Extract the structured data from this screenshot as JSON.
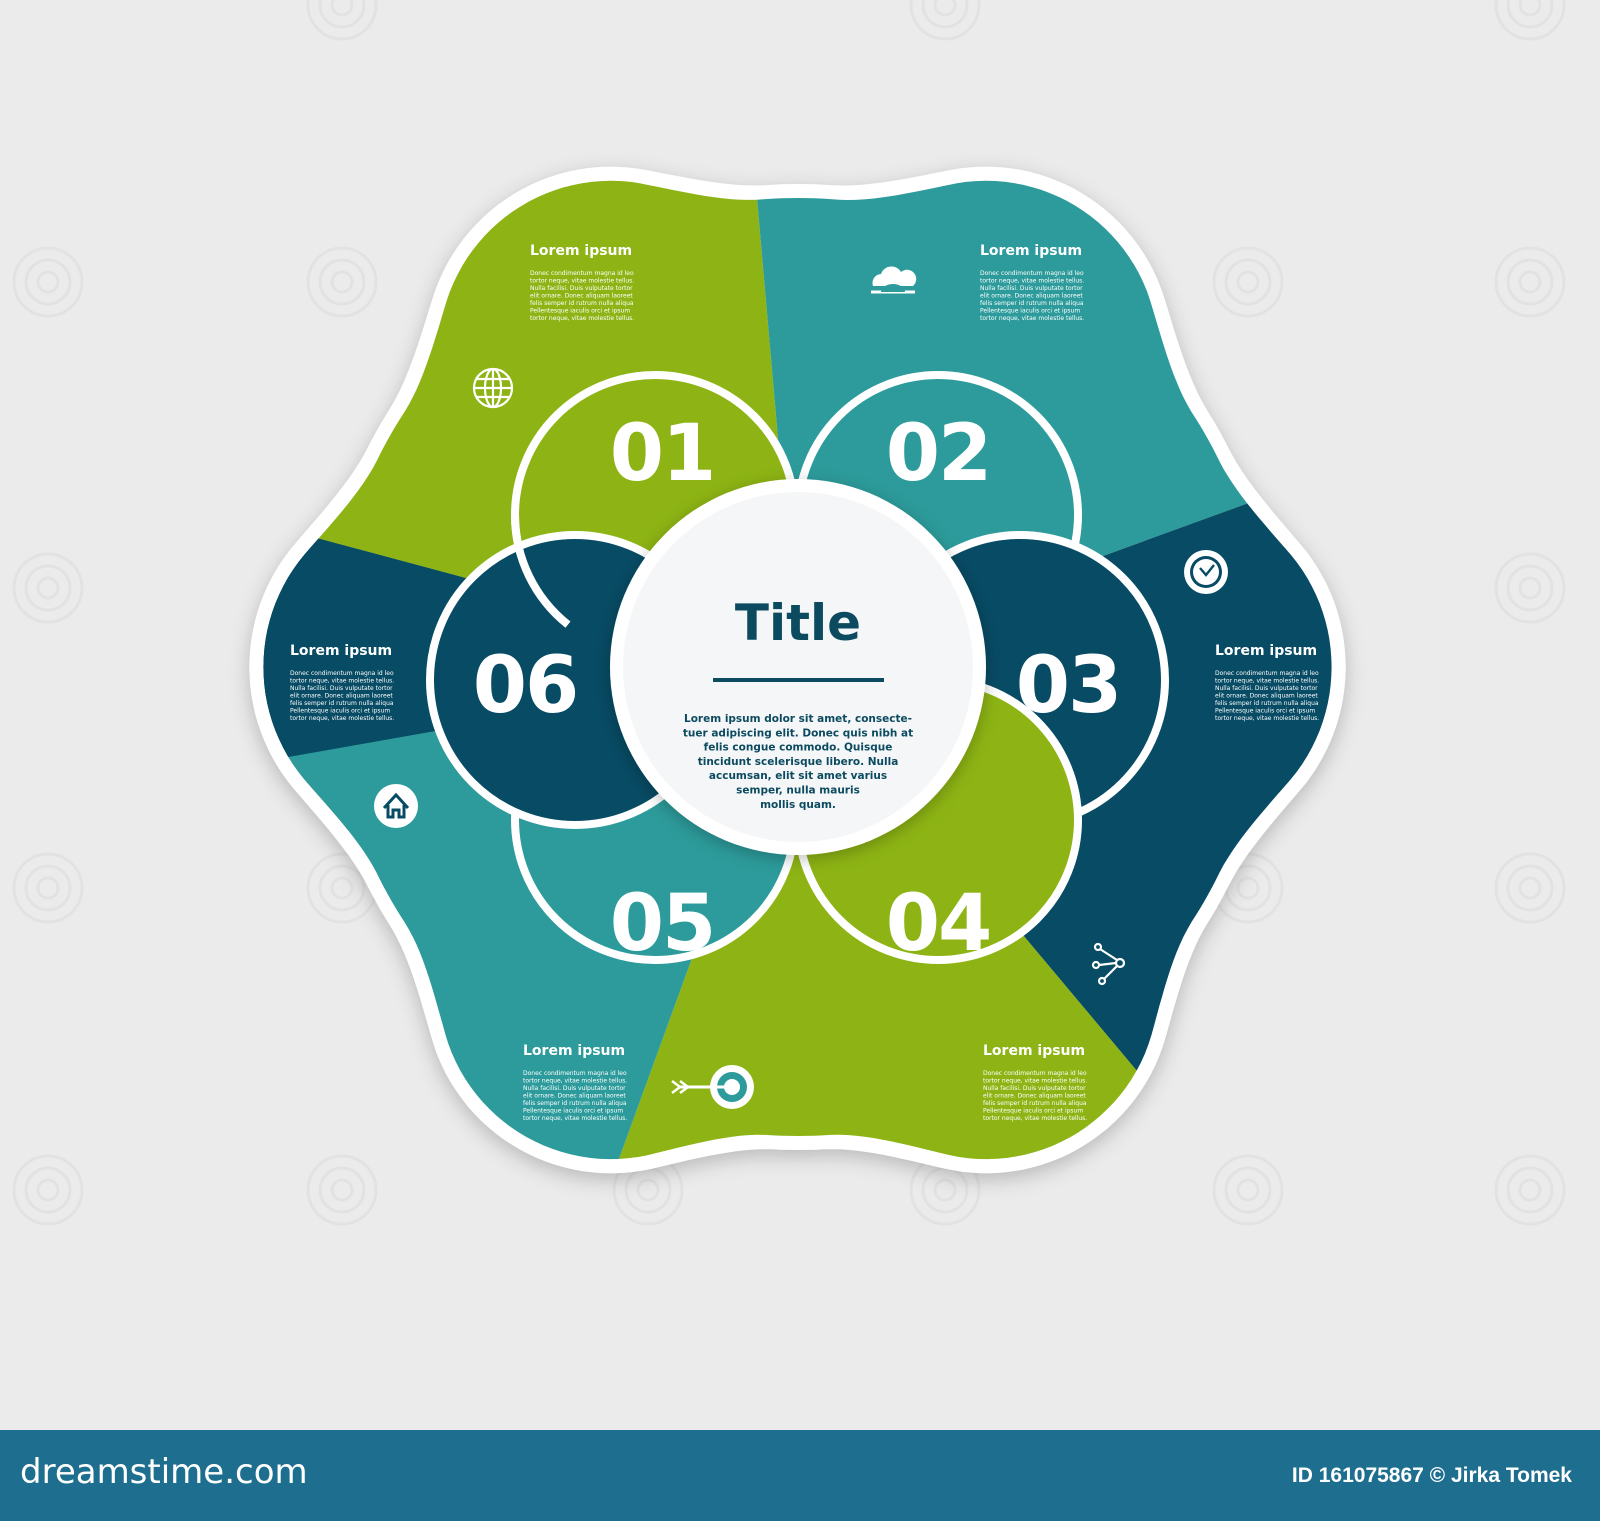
{
  "colors": {
    "background": "#ebebeb",
    "green": "#8db414",
    "teal": "#2d9b9b",
    "navy": "#074b64",
    "center_fill": "#f4f6f7",
    "center_text": "#0c4a60",
    "footer": "#1e6f8f",
    "stroke": "#ffffff"
  },
  "center": {
    "title": "Title",
    "body_lines": [
      "Lorem ipsum dolor sit amet, consecte-",
      "tuer adipiscing elit. Donec quis nibh at",
      "felis congue commodo. Quisque",
      "tincidunt scelerisque libero. Nulla",
      "accumsan, elit sit amet varius",
      "semper, nulla mauris",
      "mollis quam."
    ]
  },
  "segments": [
    {
      "number": "01",
      "title": "Lorem ipsum",
      "color": "green",
      "icon": "globe-icon"
    },
    {
      "number": "02",
      "title": "Lorem ipsum",
      "color": "teal",
      "icon": "cloud-icon"
    },
    {
      "number": "03",
      "title": "Lorem ipsum",
      "color": "navy",
      "icon": "clock-icon"
    },
    {
      "number": "04",
      "title": "Lorem ipsum",
      "color": "green",
      "icon": "network-icon"
    },
    {
      "number": "05",
      "title": "Lorem ipsum",
      "color": "teal",
      "icon": "target-icon"
    },
    {
      "number": "06",
      "title": "Lorem ipsum",
      "color": "navy",
      "icon": "home-icon"
    }
  ],
  "segment_body_lines": [
    "Donec condimentum magna id leo",
    "tortor neque, vitae molestie tellus.",
    "Nulla facilisi. Duis vulputate tortor",
    "elit ornare. Donec aliquam laoreet",
    "felis semper id rutrum nulla aliqua",
    "Pellentesque iaculis orci et ipsum",
    "tortor neque, vitae molestie tellus."
  ],
  "footer": {
    "brand": "dreamstime.com",
    "id_text": "ID 161075867 © Jirka Tomek"
  }
}
